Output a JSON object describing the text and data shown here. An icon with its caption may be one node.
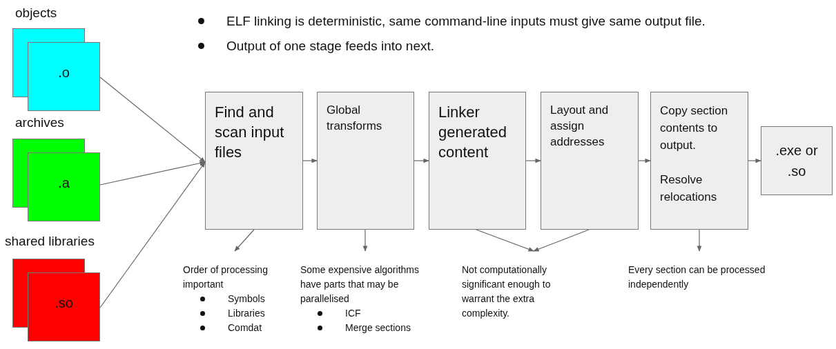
{
  "diagram": {
    "nodes": [
      {
        "text": [
          "objects",
          ".o"
        ]
      },
      {
        "text": [
          "archives",
          ".a"
        ]
      },
      {
        "text": [
          "shared libraries",
          ".so"
        ]
      },
      {
        "text": [
          "Find and scan input files"
        ]
      },
      {
        "text": [
          "Global transforms"
        ]
      },
      {
        "text": [
          "Linker generated content"
        ]
      },
      {
        "text": [
          "Layout and assign addresses"
        ]
      },
      {
        "text": [
          "Copy section contents to output.",
          "Resolve relocations"
        ]
      },
      {
        "text": [
          ".exe or .so"
        ]
      },
      {
        "text": [
          "Order of processing important",
          "Symbols",
          "Libraries",
          "Comdat"
        ]
      },
      {
        "text": [
          "Some expensive algorithms have parts that may be parallelised",
          "ICF",
          "Merge sections"
        ]
      },
      {
        "text": [
          "Not computationally significant enough to warrant the extra complexity."
        ]
      },
      {
        "text": [
          "Every section can be processed independently"
        ]
      }
    ],
    "edges": [
      {
        "from": 0,
        "to": 3,
        "arrow": "to"
      },
      {
        "from": 1,
        "to": 3,
        "arrow": "to"
      },
      {
        "from": 2,
        "to": 3,
        "arrow": "to"
      },
      {
        "from": 3,
        "to": 4,
        "arrow": "to"
      },
      {
        "from": 4,
        "to": 5,
        "arrow": "to"
      },
      {
        "from": 5,
        "to": 6,
        "arrow": "to"
      },
      {
        "from": 6,
        "to": 7,
        "arrow": "to"
      },
      {
        "from": 7,
        "to": 8,
        "arrow": "to"
      },
      {
        "from": 3,
        "to": 9,
        "arrow": "to"
      },
      {
        "from": 4,
        "to": 10,
        "arrow": "to"
      },
      {
        "from": 5,
        "to": 11,
        "arrow": "to"
      },
      {
        "from": 6,
        "to": 11,
        "arrow": "to"
      },
      {
        "from": 7,
        "to": 12,
        "arrow": "to"
      }
    ],
    "labels": [
      "ELF linking is deterministic, same command-line inputs must give same output file.",
      "Output of one stage feeds into next."
    ]
  }
}
